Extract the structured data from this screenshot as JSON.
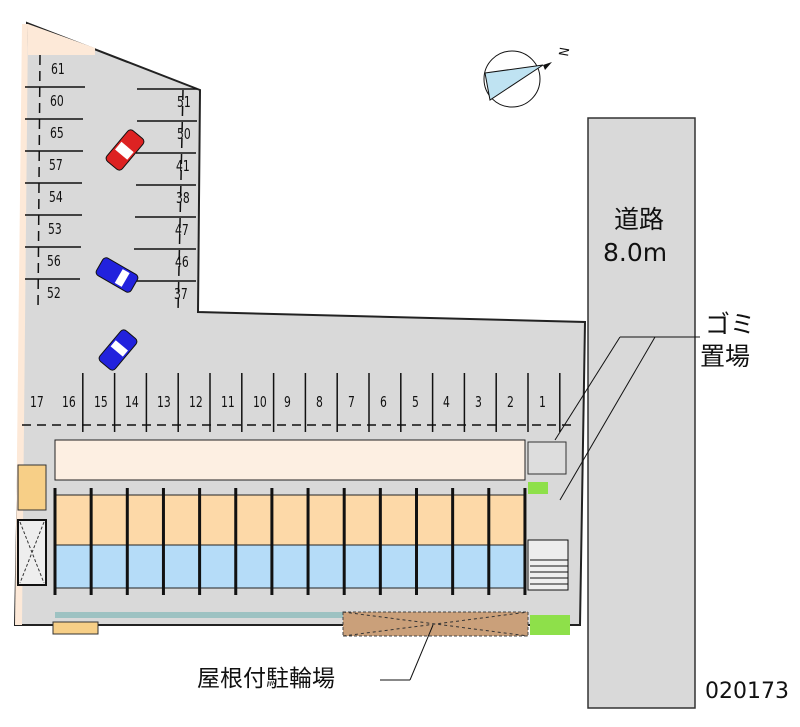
{
  "left_column_spaces": [
    "61",
    "60",
    "65",
    "57",
    "54",
    "53",
    "56",
    "52"
  ],
  "right_column_spaces": [
    "51",
    "50",
    "41",
    "38",
    "47",
    "46",
    "37"
  ],
  "bottom_row_spaces": [
    "17",
    "16",
    "15",
    "14",
    "13",
    "12",
    "11",
    "10",
    "9",
    "8",
    "7",
    "6",
    "5",
    "4",
    "3",
    "2",
    "1"
  ],
  "road": {
    "name": "道路",
    "width": "8.0m"
  },
  "garbage_label": [
    "ゴミ",
    "置場"
  ],
  "bicycle_label": "屋根付駐輪場",
  "compass_label": "N",
  "property_code": "020173",
  "colors": {
    "lot": "#d9d9d9",
    "unit_front": "#fdd9a8",
    "unit_back": "#b5dcf8",
    "green": "#8ee04a",
    "walkway": "#fdefe2"
  }
}
